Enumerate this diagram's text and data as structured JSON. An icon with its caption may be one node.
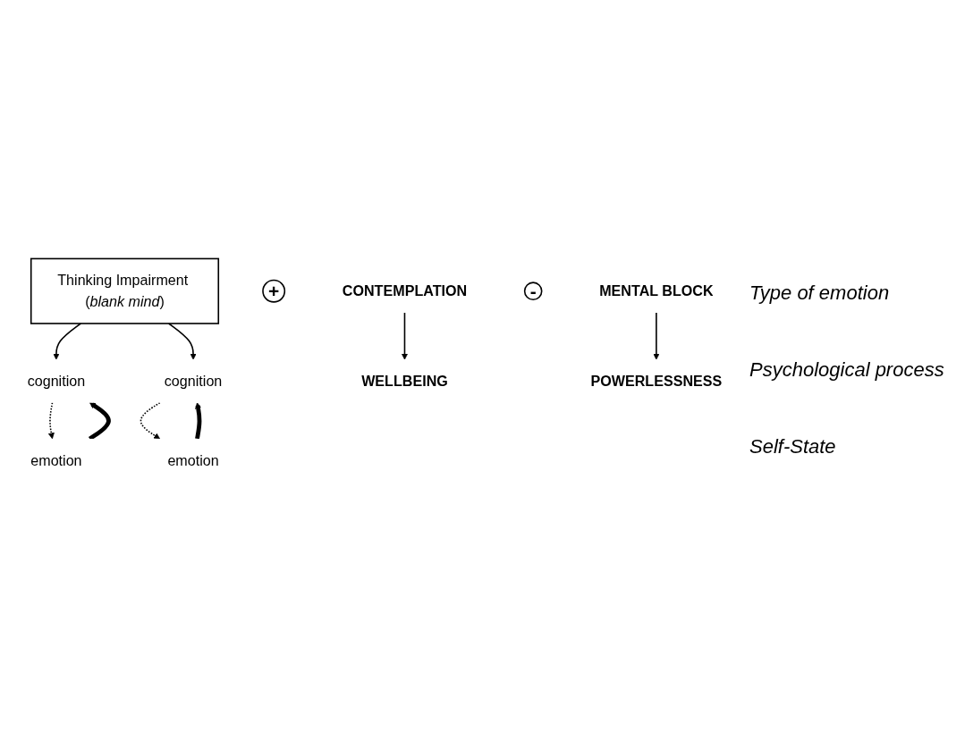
{
  "diagram": {
    "nodes": [
      {
        "text": [
          "Thinking Impairment (*blank mind*)"
        ]
      },
      {
        "text": [
          "cognition"
        ]
      },
      {
        "text": [
          "+"
        ]
      },
      {
        "text": [
          "emotion"
        ]
      },
      {
        "text": [
          "CONTEMPLATION"
        ]
      },
      {
        "text": [
          "WELLBEING"
        ]
      },
      {
        "text": [
          "cognition"
        ]
      },
      {
        "text": [
          "-"
        ]
      },
      {
        "text": [
          "emotion"
        ]
      },
      {
        "text": [
          "MENTAL BLOCK"
        ]
      },
      {
        "text": [
          "POWERLESSNESS"
        ]
      }
    ],
    "edges": [
      {
        "from": 0,
        "to": 1,
        "arrow": "to"
      },
      {
        "from": 0,
        "to": 6,
        "arrow": "to"
      },
      {
        "from": 1,
        "to": 3,
        "arrow": "to",
        "style": "dashed"
      },
      {
        "from": 3,
        "to": 1,
        "arrow": "to",
        "style": "thick"
      },
      {
        "from": 6,
        "to": 8,
        "arrow": "to",
        "style": "dashed"
      },
      {
        "from": 8,
        "to": 6,
        "arrow": "to",
        "style": "thick"
      },
      {
        "from": 4,
        "to": 5,
        "arrow": "to"
      },
      {
        "from": 9,
        "to": 10,
        "arrow": "to"
      }
    ],
    "labels": [
      "Type of emotion",
      "Psychological process",
      "Self-State"
    ]
  }
}
